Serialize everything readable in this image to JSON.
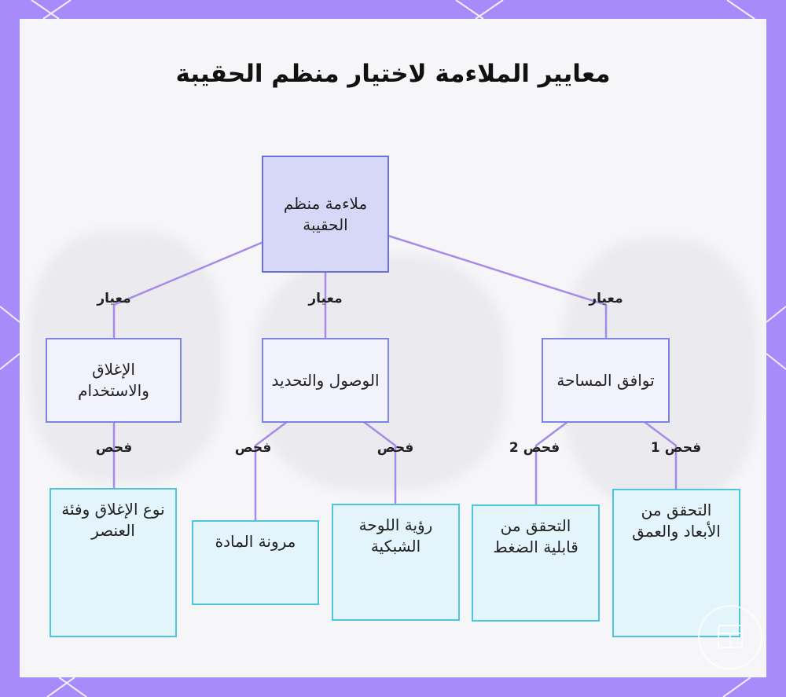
{
  "title": "معايير الملاءمة لاختيار منظم الحقيبة",
  "root": "ملاءمة منظم الحقيبة",
  "criteria": [
    {
      "label": "الإغلاق والاستخدام",
      "edge": "معيار"
    },
    {
      "label": "الوصول والتحديد",
      "edge": "معيار"
    },
    {
      "label": "توافق المساحة",
      "edge": "معيار"
    }
  ],
  "checks": [
    {
      "label": "نوع الإغلاق وفئة العنصر",
      "edge": "فحص"
    },
    {
      "label": "مرونة المادة",
      "edge": "فحص"
    },
    {
      "label": "رؤية اللوحة الشبكية",
      "edge": "فحص"
    },
    {
      "label": "التحقق من قابلية الضغط",
      "edge": "فحص 2"
    },
    {
      "label": "التحقق من الأبعاد والعمق",
      "edge": "فحص 1"
    }
  ],
  "colors": {
    "frame": "#a78bfa",
    "connector": "#a78be8",
    "root_fill": "#d7d8f8",
    "root_border": "#6b6fdc",
    "criteria_border": "#7c84e4",
    "check_fill": "#e3f5fb",
    "check_border": "#4cc6de"
  },
  "icons": [
    "logo-badge-icon"
  ]
}
